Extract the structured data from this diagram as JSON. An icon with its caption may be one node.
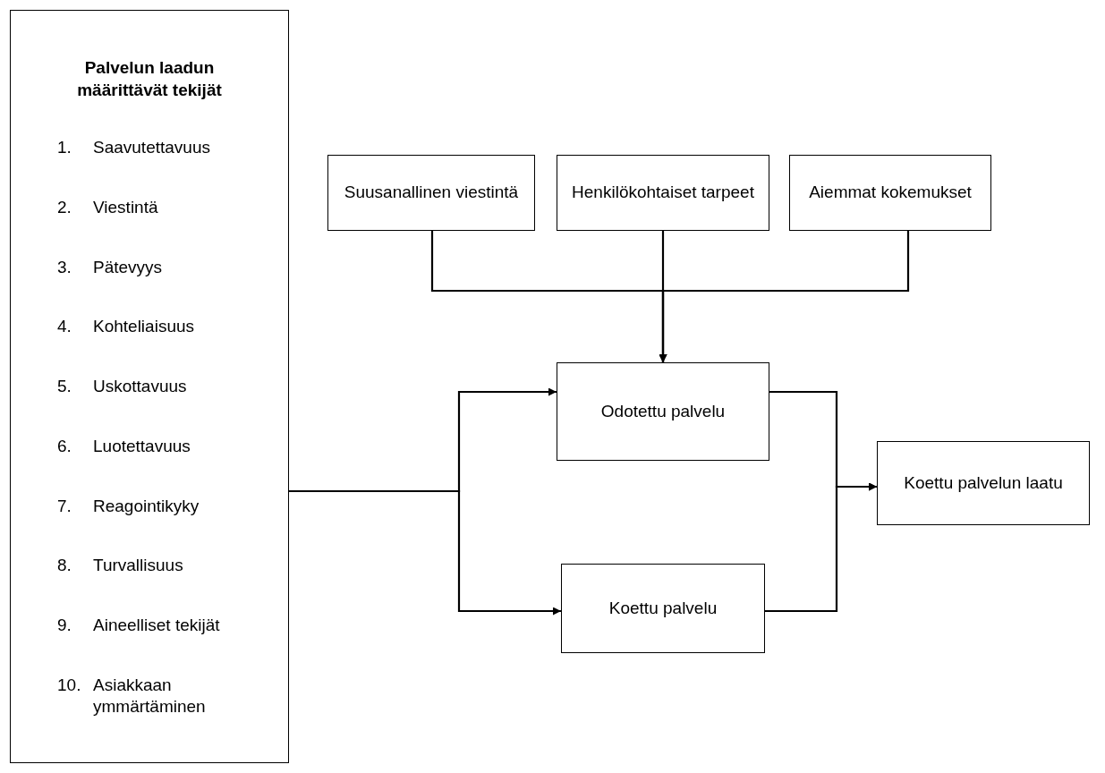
{
  "diagram": {
    "nodes": [
      {
        "text": [
          "Palvelun laadun määrittävät tekijät",
          "1. Saavutettavuus",
          "2. Viestintä",
          "3. Pätevyys",
          "4. Kohteliaisuus",
          "5. Uskottavuus",
          "6. Luotettavuus",
          "7. Reagointikyky",
          "8. Turvallisuus",
          "9. Aineelliset tekijät",
          "10. Asiakkaan ymmärtäminen"
        ]
      },
      {
        "text": [
          "Suusanallinen viestintä"
        ]
      },
      {
        "text": [
          "Henkilökohtaiset tarpeet"
        ]
      },
      {
        "text": [
          "Aiemmat kokemukset"
        ]
      },
      {
        "text": [
          "Odotettu palvelu"
        ]
      },
      {
        "text": [
          "Koettu palvelu"
        ]
      },
      {
        "text": [
          "Koettu palvelun laatu"
        ]
      }
    ],
    "edges": [
      {
        "from": 1,
        "to": 4,
        "arrow": "to"
      },
      {
        "from": 2,
        "to": 4,
        "arrow": "to"
      },
      {
        "from": 3,
        "to": 4,
        "arrow": "to"
      },
      {
        "from": 0,
        "to": 4,
        "arrow": "to"
      },
      {
        "from": 0,
        "to": 5,
        "arrow": "to"
      },
      {
        "from": 4,
        "to": 6,
        "arrow": "to"
      },
      {
        "from": 5,
        "to": 6,
        "arrow": "to"
      }
    ]
  }
}
